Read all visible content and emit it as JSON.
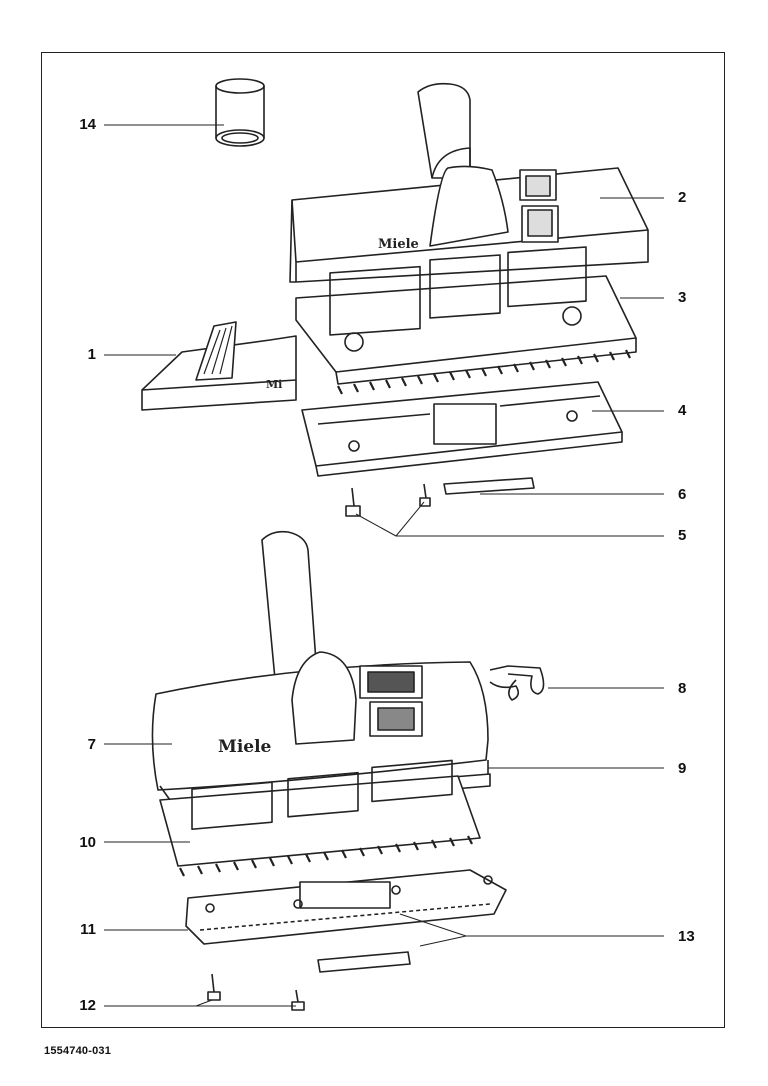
{
  "diagram": {
    "callouts": {
      "c1": "1",
      "c2": "2",
      "c3": "3",
      "c4": "4",
      "c5": "5",
      "c6": "6",
      "c7": "7",
      "c8": "8",
      "c9": "9",
      "c10": "10",
      "c11": "11",
      "c12": "12",
      "c13": "13",
      "c14": "14"
    },
    "brand_upper": "Miele",
    "brand_lower": "Miele",
    "brand_side": "Mi"
  },
  "document_number": "1554740-031"
}
